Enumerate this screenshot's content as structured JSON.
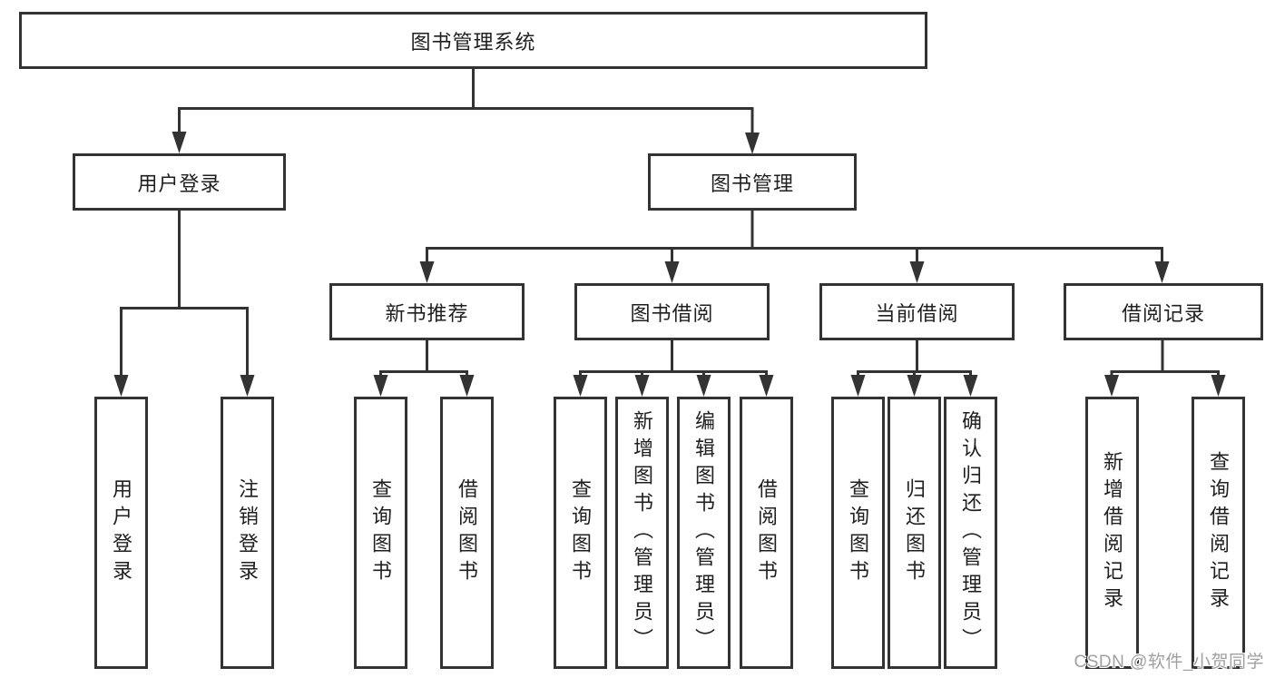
{
  "diagram_type": "functional-structure-tree",
  "colors": {
    "line": "#333333",
    "node_border": "#333333",
    "text": "#1f1f1f",
    "background": "#ffffff",
    "watermark": "#a0a0a0"
  },
  "root": {
    "label": "图书管理系统"
  },
  "branches": [
    {
      "label": "用户登录",
      "children": [
        {
          "label": "用户登录"
        },
        {
          "label": "注销登录"
        }
      ]
    },
    {
      "label": "图书管理",
      "children": [
        {
          "label": "新书推荐",
          "children": [
            {
              "label": "查询图书"
            },
            {
              "label": "借阅图书"
            }
          ]
        },
        {
          "label": "图书借阅",
          "children": [
            {
              "label": "查询图书"
            },
            {
              "label": "新增图书（管理员）"
            },
            {
              "label": "编辑图书（管理员）"
            },
            {
              "label": "借阅图书"
            }
          ]
        },
        {
          "label": "当前借阅",
          "children": [
            {
              "label": "查询图书"
            },
            {
              "label": "归还图书"
            },
            {
              "label": "确认归还（管理员）"
            }
          ]
        },
        {
          "label": "借阅记录",
          "children": [
            {
              "label": "新增借阅记录"
            },
            {
              "label": "查询借阅记录"
            }
          ]
        }
      ]
    }
  ],
  "watermark": {
    "text": "CSDN @软件_小贺同学"
  }
}
